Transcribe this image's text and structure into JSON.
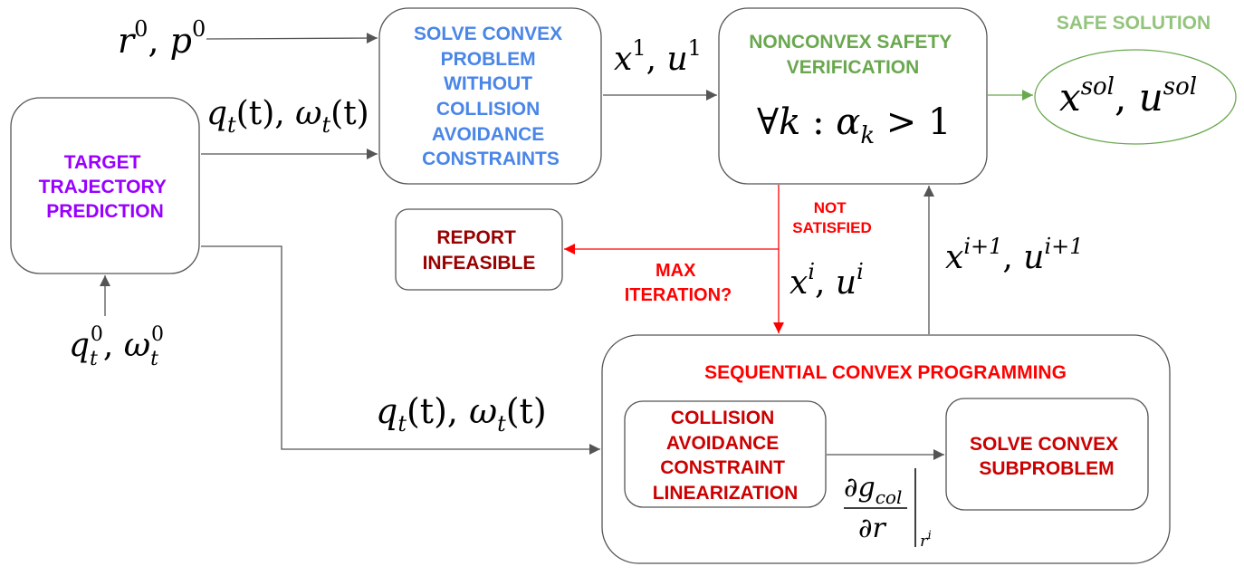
{
  "colors": {
    "stroke": "#555555",
    "blue": "#4a86e8",
    "green": "#6aa84f",
    "lightgreen": "#93c47d",
    "purple": "#9900ff",
    "red": "#ff0000",
    "darkred": "#990000",
    "crimson": "#cc0000"
  },
  "boxes": {
    "target": [
      "TARGET",
      "TRAJECTORY",
      "PREDICTION"
    ],
    "solve_convex": [
      "SOLVE CONVEX",
      "PROBLEM",
      "WITHOUT",
      "COLLISION",
      "AVOIDANCE",
      "CONSTRAINTS"
    ],
    "nonconvex": [
      "NONCONVEX SAFETY",
      "VERIFICATION"
    ],
    "report": [
      "REPORT",
      "INFEASIBLE"
    ],
    "scp_title": "SEQUENTIAL CONVEX PROGRAMMING",
    "linearization": [
      "COLLISION",
      "AVOIDANCE",
      "CONSTRAINT",
      "LINEARIZATION"
    ],
    "subproblem": [
      "SOLVE CONVEX",
      "SUBPROBLEM"
    ],
    "safe_title": "SAFE SOLUTION"
  },
  "labels": {
    "not_satisfied": [
      "NOT",
      "SATISFIED"
    ],
    "max_iteration": [
      "MAX",
      "ITERATION?"
    ]
  },
  "math": {
    "r0_p0": {
      "a": "r",
      "a_sup": "0",
      "sep": ", ",
      "b": "p",
      "b_sup": "0"
    },
    "q_omega_top": {
      "q": "q",
      "q_sub": "t",
      "mid": "(t), ",
      "w": "ω",
      "w_sub": "t",
      "end": "(t)"
    },
    "q_omega_bottom": {
      "q": "q",
      "q_sub": "t",
      "mid": "(t), ",
      "w": "ω",
      "w_sub": "t",
      "end": "(t)"
    },
    "q0_omega0": {
      "q": "q",
      "q_sub": "t",
      "q_sup": "0",
      "sep": ", ",
      "w": "ω",
      "w_sub": "t",
      "w_sup": "0"
    },
    "x1_u1": {
      "x": "x",
      "x_sup": "1",
      "sep": ", ",
      "u": "u",
      "u_sup": "1"
    },
    "forall": {
      "pre": "∀",
      "k": "k",
      "colon": " : ",
      "alpha": "α",
      "alpha_sub": "k",
      "rest": " > 1"
    },
    "xsol_usol": {
      "x": "x",
      "x_sup": "sol",
      "sep": ", ",
      "u": "u",
      "u_sup": "sol"
    },
    "xi_ui": {
      "x": "x",
      "x_sup": "i",
      "sep": ", ",
      "u": "u",
      "u_sup": "i"
    },
    "xi1_ui1": {
      "x": "x",
      "x_sup": "i+1",
      "sep": ", ",
      "u": "u",
      "u_sup": "i+1"
    },
    "partial": {
      "num_d": "∂",
      "num_g": "g",
      "num_sub": "col",
      "den_d": "∂",
      "den_r": "r",
      "eval_r": "r",
      "eval_sup": "i"
    }
  }
}
